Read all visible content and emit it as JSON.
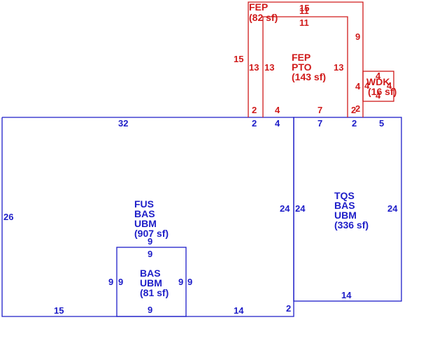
{
  "colors": {
    "base_area": "#1d1dc8",
    "porch_area": "#d01a1a"
  },
  "areas": {
    "fus": {
      "lines": [
        "FUS",
        "BAS",
        "UBM",
        "(907 sf)"
      ]
    },
    "tqs": {
      "lines": [
        "TQS",
        "BAS",
        "UBM",
        "(336 sf)"
      ]
    },
    "bas_small": {
      "lines": [
        "BAS",
        "UBM",
        "(81 sf)"
      ]
    },
    "fep_top": {
      "lines": [
        "FEP",
        "(82 sf)"
      ]
    },
    "fep_pto": {
      "lines": [
        "FEP",
        "PTO",
        "(143 sf)"
      ]
    },
    "wdk": {
      "lines": [
        "WDK",
        "(16 sf)"
      ]
    }
  },
  "dimensions": {
    "main_top_32": "32",
    "main_left_26": "26",
    "main_bottom_15": "15",
    "main_bottom_14": "14",
    "main_right_24": "24",
    "main_right_2": "2",
    "main_top_2": "2",
    "main_top_4": "4",
    "bas_top_9": "9",
    "bas_top_inner_9": "9",
    "bas_left_9a": "9",
    "bas_left_9b": "9",
    "bas_right_9a": "9",
    "bas_right_9b": "9",
    "bas_bottom_9": "9",
    "tqs_top_7": "7",
    "tqs_top_2": "2",
    "tqs_top_5": "5",
    "tqs_left_24": "24",
    "tqs_right_24": "24",
    "tqs_bottom_14": "14",
    "fep_top_15": "15",
    "fep_top_11": "11",
    "fep_inner_11": "11",
    "fep_left_15": "15",
    "fep_left_13": "13",
    "pto_left_13": "13",
    "pto_right_13": "13",
    "fep_right_9": "9",
    "fep_right_4": "4",
    "fep_bottom_2": "2",
    "pto_bottom_4": "4",
    "pto_bottom_7": "7",
    "pto_bottom_2": "2",
    "fep_bottom_right_2": "2",
    "wdk_top_4": "4",
    "wdk_bottom_4": "4",
    "wdk_left_4": "4",
    "wdk_right_4": "4"
  }
}
